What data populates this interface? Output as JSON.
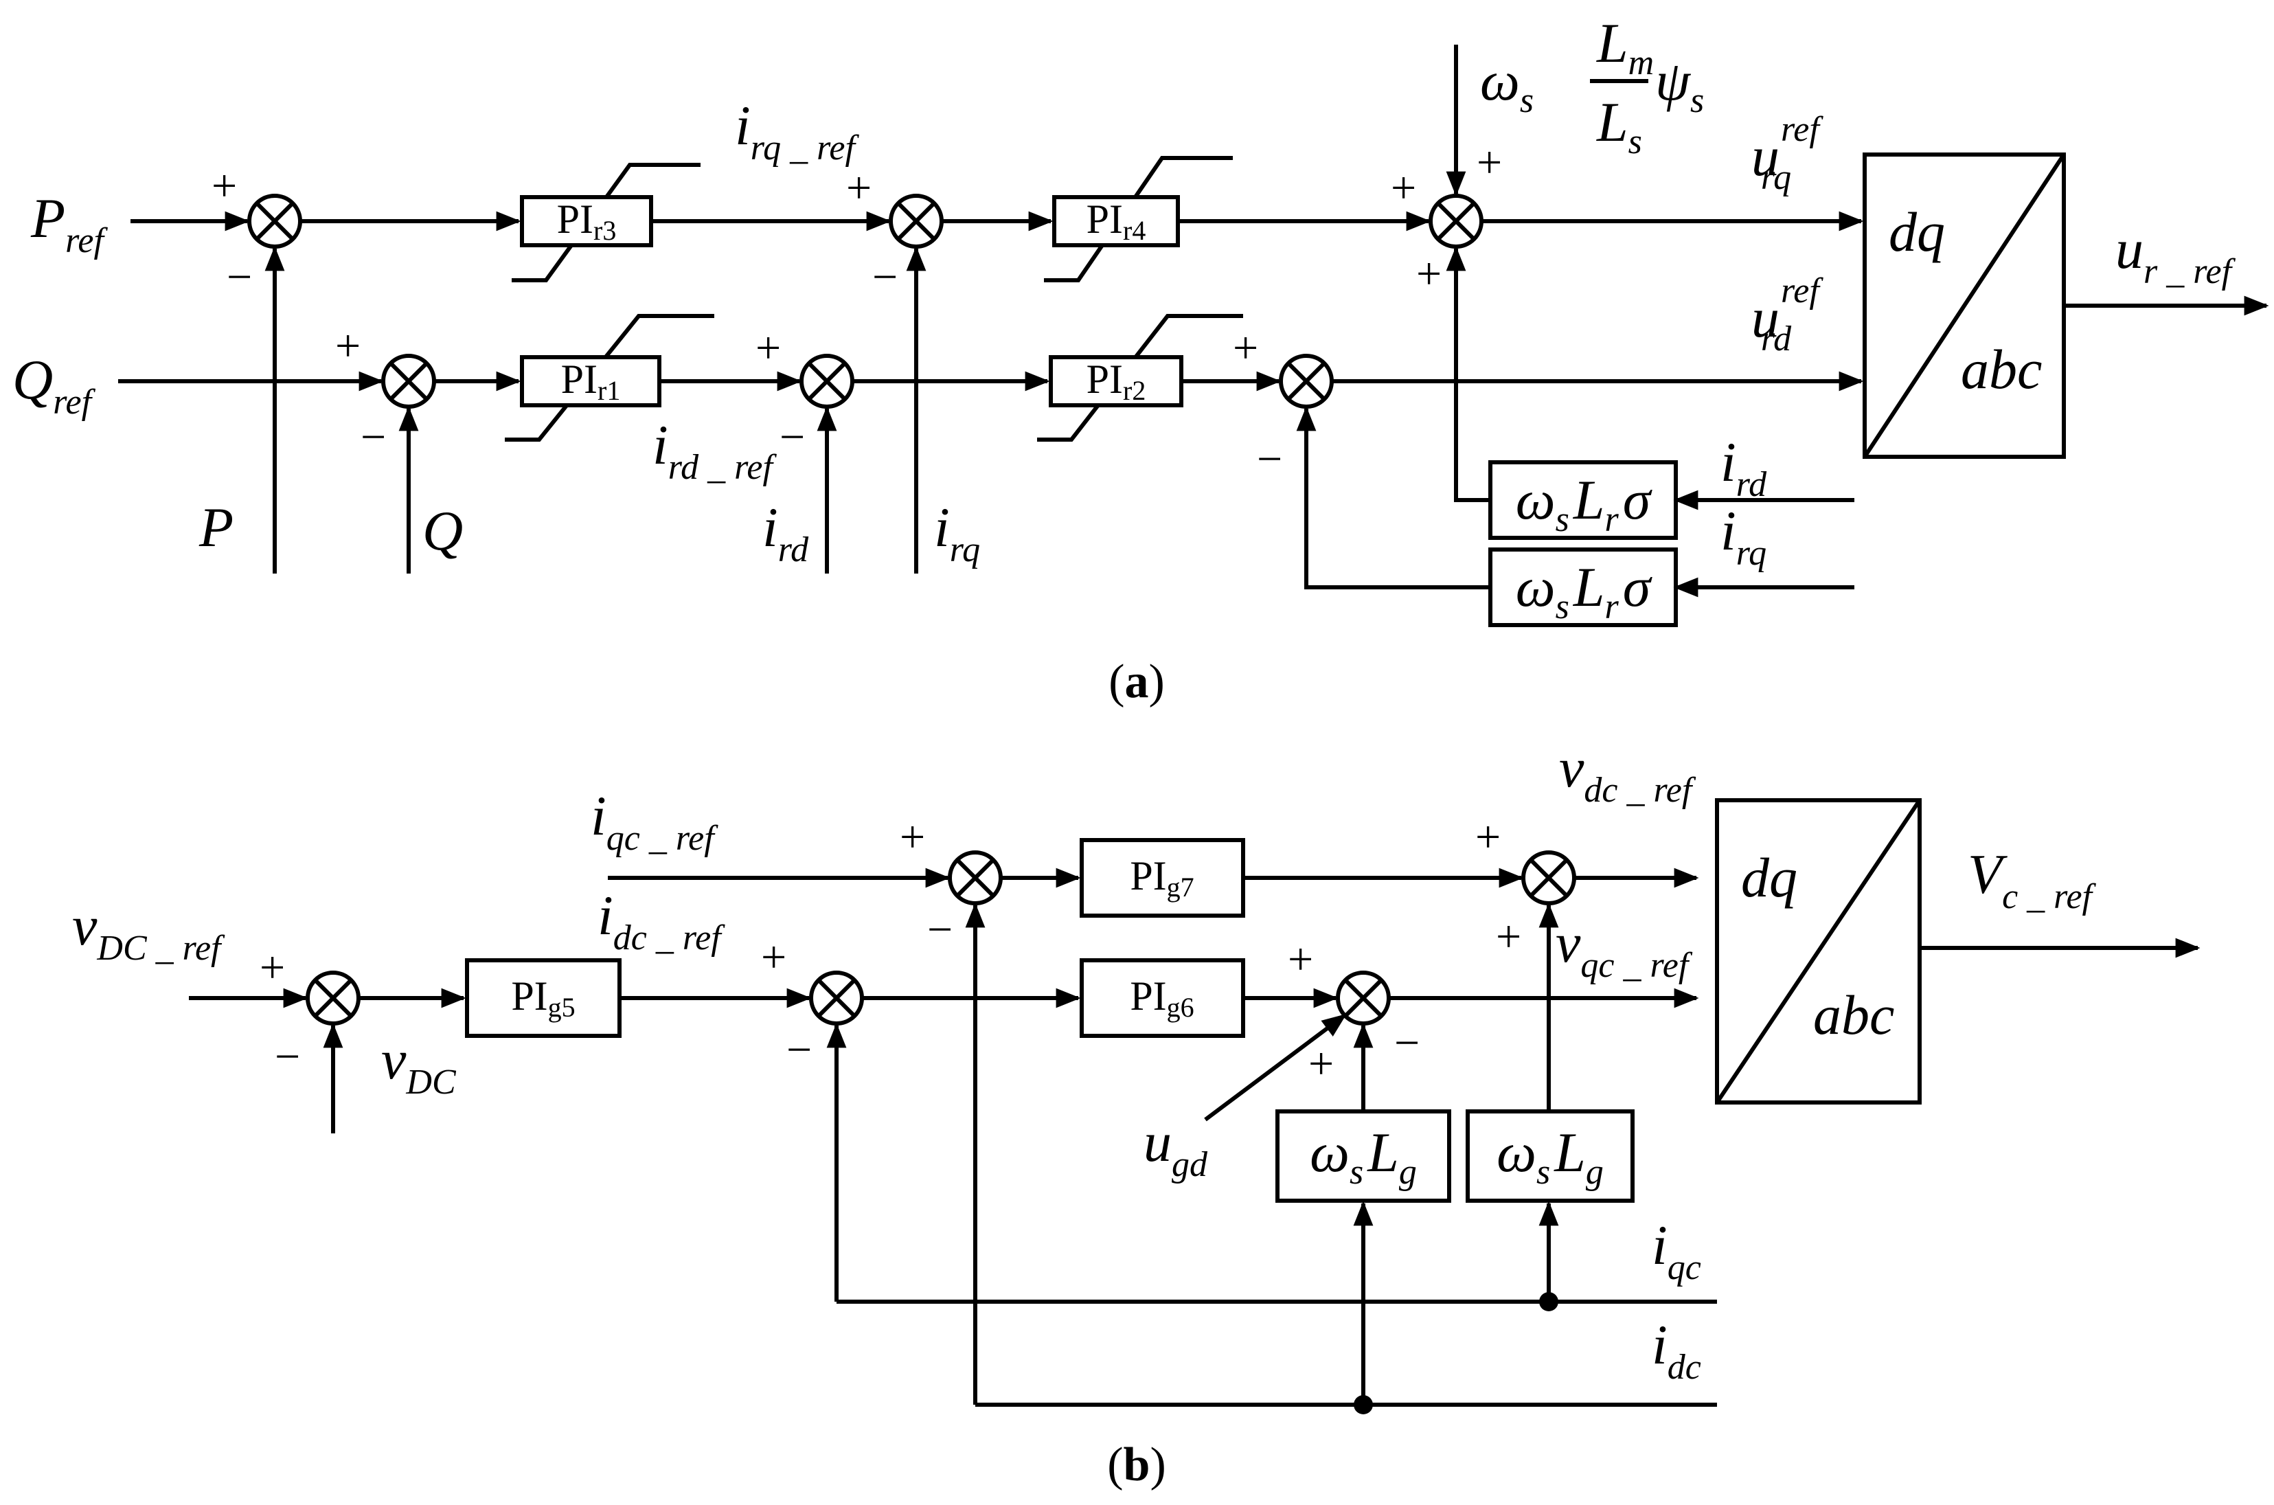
{
  "panel_a": {
    "caption": {
      "open": "(",
      "letter": "a",
      "close": ")"
    },
    "inputs": {
      "p_ref": {
        "main": "P",
        "sub": "ref"
      },
      "q_ref": {
        "main": "Q",
        "sub": "ref"
      },
      "p": {
        "main": "P"
      },
      "q": {
        "main": "Q"
      },
      "i_rd_in": {
        "main": "i",
        "sub": "rd"
      },
      "i_rq_in": {
        "main": "i",
        "sub": "rq"
      },
      "i_rd_fb": {
        "main": "i",
        "sub": "rd"
      },
      "i_rq_fb": {
        "main": "i",
        "sub": "rq"
      }
    },
    "blocks": {
      "pi_r3": {
        "main": "PI",
        "sub": "r3"
      },
      "pi_r4": {
        "main": "PI",
        "sub": "r4"
      },
      "pi_r1": {
        "main": "PI",
        "sub": "r1"
      },
      "pi_r2": {
        "main": "PI",
        "sub": "r2"
      },
      "decouple_1": {
        "omega": "ω",
        "s": "s",
        "l": "L",
        "r": "r",
        "sigma": "σ"
      },
      "decouple_2": {
        "omega": "ω",
        "s": "s",
        "l": "L",
        "r": "r",
        "sigma": "σ"
      },
      "transform": {
        "top": "dq",
        "bottom": "abc"
      }
    },
    "signals": {
      "i_rq_ref": {
        "main": "i",
        "sub": "rq _ ref"
      },
      "i_rd_ref": {
        "main": "i",
        "sub": "rd _ ref"
      },
      "feedforward": {
        "omega": "ω",
        "s": "s",
        "lm": "L",
        "m": "m",
        "ls": "L",
        "s2": "s",
        "psi": "ψ",
        "s3": "s"
      },
      "u_rq_ref": {
        "main": "u",
        "sup": "ref",
        "sub": "rq"
      },
      "u_rd_ref": {
        "main": "u",
        "sup": "ref",
        "sub": "rd"
      },
      "u_r_ref": {
        "main": "u",
        "sub": "r _ ref"
      }
    },
    "signs": {
      "plus": "+",
      "minus": "−"
    }
  },
  "panel_b": {
    "caption": {
      "open": "(",
      "letter": "b",
      "close": ")"
    },
    "inputs": {
      "v_dc_ref": {
        "main": "v",
        "sub": "DC _ ref"
      },
      "v_dc": {
        "main": "v",
        "sub": "DC"
      },
      "i_qc_ref": {
        "main": "i",
        "sub": "qc _ ref"
      },
      "i_dc_ref": {
        "main": "i",
        "sub": "dc _ ref"
      },
      "u_gd": {
        "main": "u",
        "sub": "gd"
      },
      "i_qc": {
        "main": "i",
        "sub": "qc"
      },
      "i_dc": {
        "main": "i",
        "sub": "dc"
      }
    },
    "blocks": {
      "pi_g5": {
        "main": "PI",
        "sub": "g5"
      },
      "pi_g6": {
        "main": "PI",
        "sub": "g6"
      },
      "pi_g7": {
        "main": "PI",
        "sub": "g7"
      },
      "wl_1": {
        "omega": "ω",
        "s": "s",
        "l": "L",
        "g": "g"
      },
      "wl_2": {
        "omega": "ω",
        "s": "s",
        "l": "L",
        "g": "g"
      },
      "transform": {
        "top": "dq",
        "bottom": "abc"
      }
    },
    "signals": {
      "v_dc_ref_out": {
        "main": "v",
        "sub": "dc _ ref"
      },
      "v_qc_ref": {
        "main": "v",
        "sub": "qc _ ref"
      },
      "v_c_ref": {
        "main": "V",
        "sub": "c _ ref"
      }
    },
    "signs": {
      "plus": "+",
      "minus": "−"
    }
  }
}
